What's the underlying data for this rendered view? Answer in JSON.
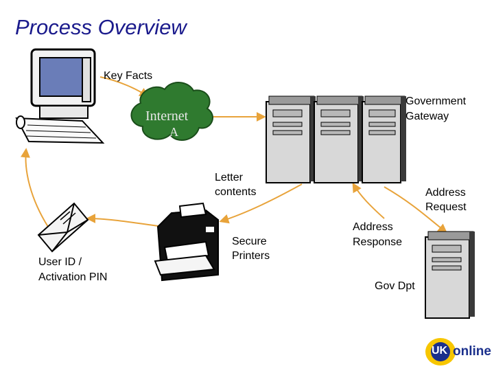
{
  "title": "Process Overview",
  "labels": {
    "key_facts": "Key Facts",
    "internet": "Internet",
    "internet_sub": "A",
    "government_gateway_line1": "Government",
    "government_gateway_line2": "Gateway",
    "letter_contents_line1": "Letter",
    "letter_contents_line2": "contents",
    "address_request_line1": "Address",
    "address_request_line2": "Request",
    "secure_printers_line1": "Secure",
    "secure_printers_line2": "Printers",
    "address_response_line1": "Address",
    "address_response_line2": "Response",
    "user_id_line1": "User ID /",
    "user_id_line2": "Activation PIN",
    "gov_dpt": "Gov Dpt"
  },
  "logo": {
    "uk": "UK",
    "online": "online"
  },
  "colors": {
    "title": "#1a1a8c",
    "arrow": "#e8a33a",
    "cloud": "#2f7a2f",
    "server": "#d8d8d8"
  },
  "icons": [
    "computer-icon",
    "cloud-icon",
    "server-icon",
    "printer-icon",
    "envelope-icon"
  ]
}
